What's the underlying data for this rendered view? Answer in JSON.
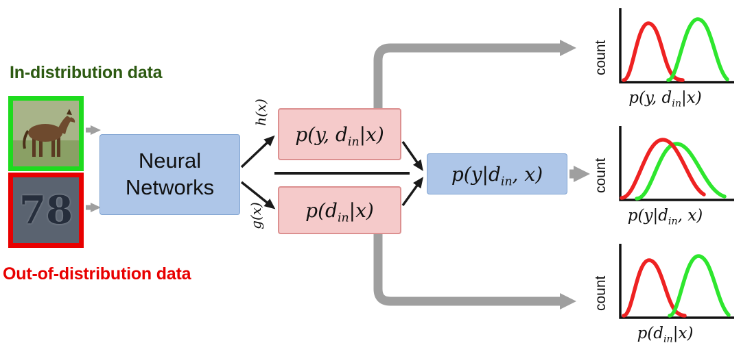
{
  "colors": {
    "red_curve": "#ee2222",
    "green_curve": "#2ee62e",
    "gray_arrow": "#9f9f9f",
    "blue_box_fill": "#aec6e8",
    "pink_box_fill": "#f5caca",
    "in_distribution_text": "#2d5a12",
    "out_of_distribution_text": "#e80000",
    "horse_frame": "#1edb1e",
    "digits_frame": "#e80000"
  },
  "labels": {
    "in_distribution": "In-distribution data",
    "out_of_distribution": "Out-of-distribution data",
    "neural_networks": "Neural Networks",
    "h_of_x": "h(x)",
    "g_of_x": "g(x)",
    "digits_text": "78"
  },
  "math": {
    "joint": {
      "pre": "p(y, d",
      "sub": "in",
      "post": "|x)"
    },
    "marginal": {
      "pre": "p(d",
      "sub": "in",
      "post": "|x)"
    },
    "conditional": {
      "pre": "p(y|d",
      "sub": "in",
      "post": ", x)"
    }
  },
  "plots": {
    "count_label": "count"
  }
}
